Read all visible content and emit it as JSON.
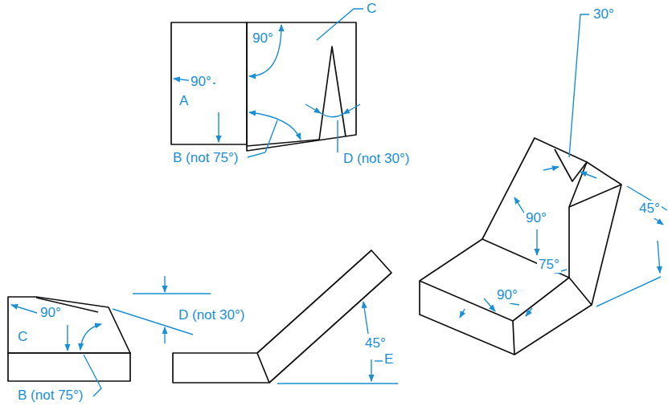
{
  "diagram": {
    "labels": [
      "90°",
      "C",
      "90°",
      "A",
      "B (not 75°)",
      "D (not 30°)",
      "30°",
      "90°",
      "45°",
      "75°",
      "90°",
      "D (not 30°)",
      "90°",
      "C",
      "45°",
      "E",
      "B (not 75°)"
    ]
  }
}
